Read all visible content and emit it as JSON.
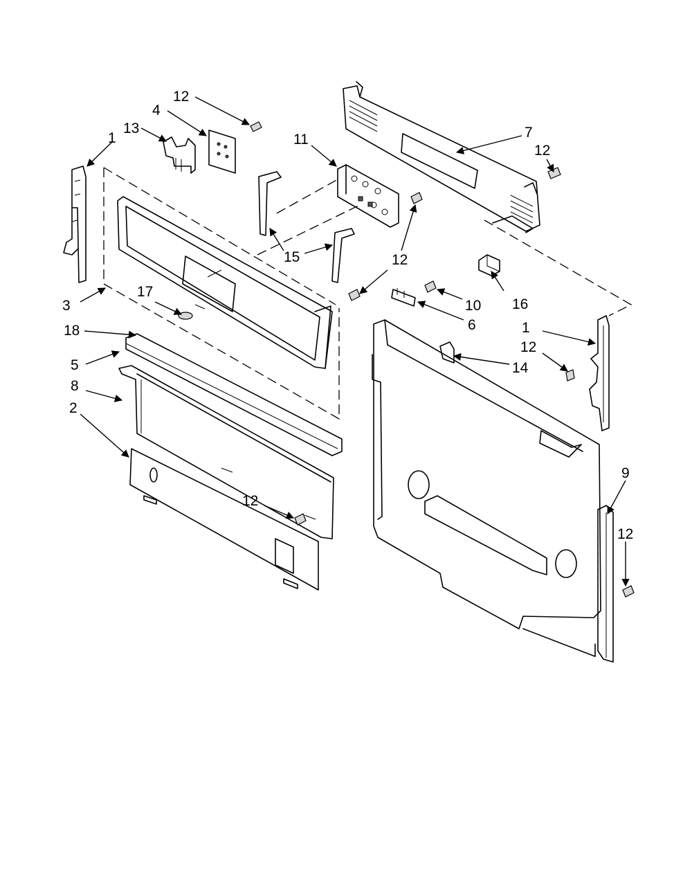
{
  "callouts": [
    {
      "id": "c-12-top",
      "text": "12"
    },
    {
      "id": "c-4",
      "text": "4"
    },
    {
      "id": "c-13",
      "text": "13"
    },
    {
      "id": "c-1-left",
      "text": "1"
    },
    {
      "id": "c-11",
      "text": "11"
    },
    {
      "id": "c-7",
      "text": "7"
    },
    {
      "id": "c-12-right-top",
      "text": "12"
    },
    {
      "id": "c-15",
      "text": "15"
    },
    {
      "id": "c-12-mid",
      "text": "12"
    },
    {
      "id": "c-3",
      "text": "3"
    },
    {
      "id": "c-17",
      "text": "17"
    },
    {
      "id": "c-10",
      "text": "10"
    },
    {
      "id": "c-16",
      "text": "16"
    },
    {
      "id": "c-6",
      "text": "6"
    },
    {
      "id": "c-18",
      "text": "18"
    },
    {
      "id": "c-1-right",
      "text": "1"
    },
    {
      "id": "c-12-right",
      "text": "12"
    },
    {
      "id": "c-5",
      "text": "5"
    },
    {
      "id": "c-14",
      "text": "14"
    },
    {
      "id": "c-8",
      "text": "8"
    },
    {
      "id": "c-2",
      "text": "2"
    },
    {
      "id": "c-9",
      "text": "9"
    },
    {
      "id": "c-12-bottom",
      "text": "12"
    },
    {
      "id": "c-12-far-right",
      "text": "12"
    }
  ]
}
